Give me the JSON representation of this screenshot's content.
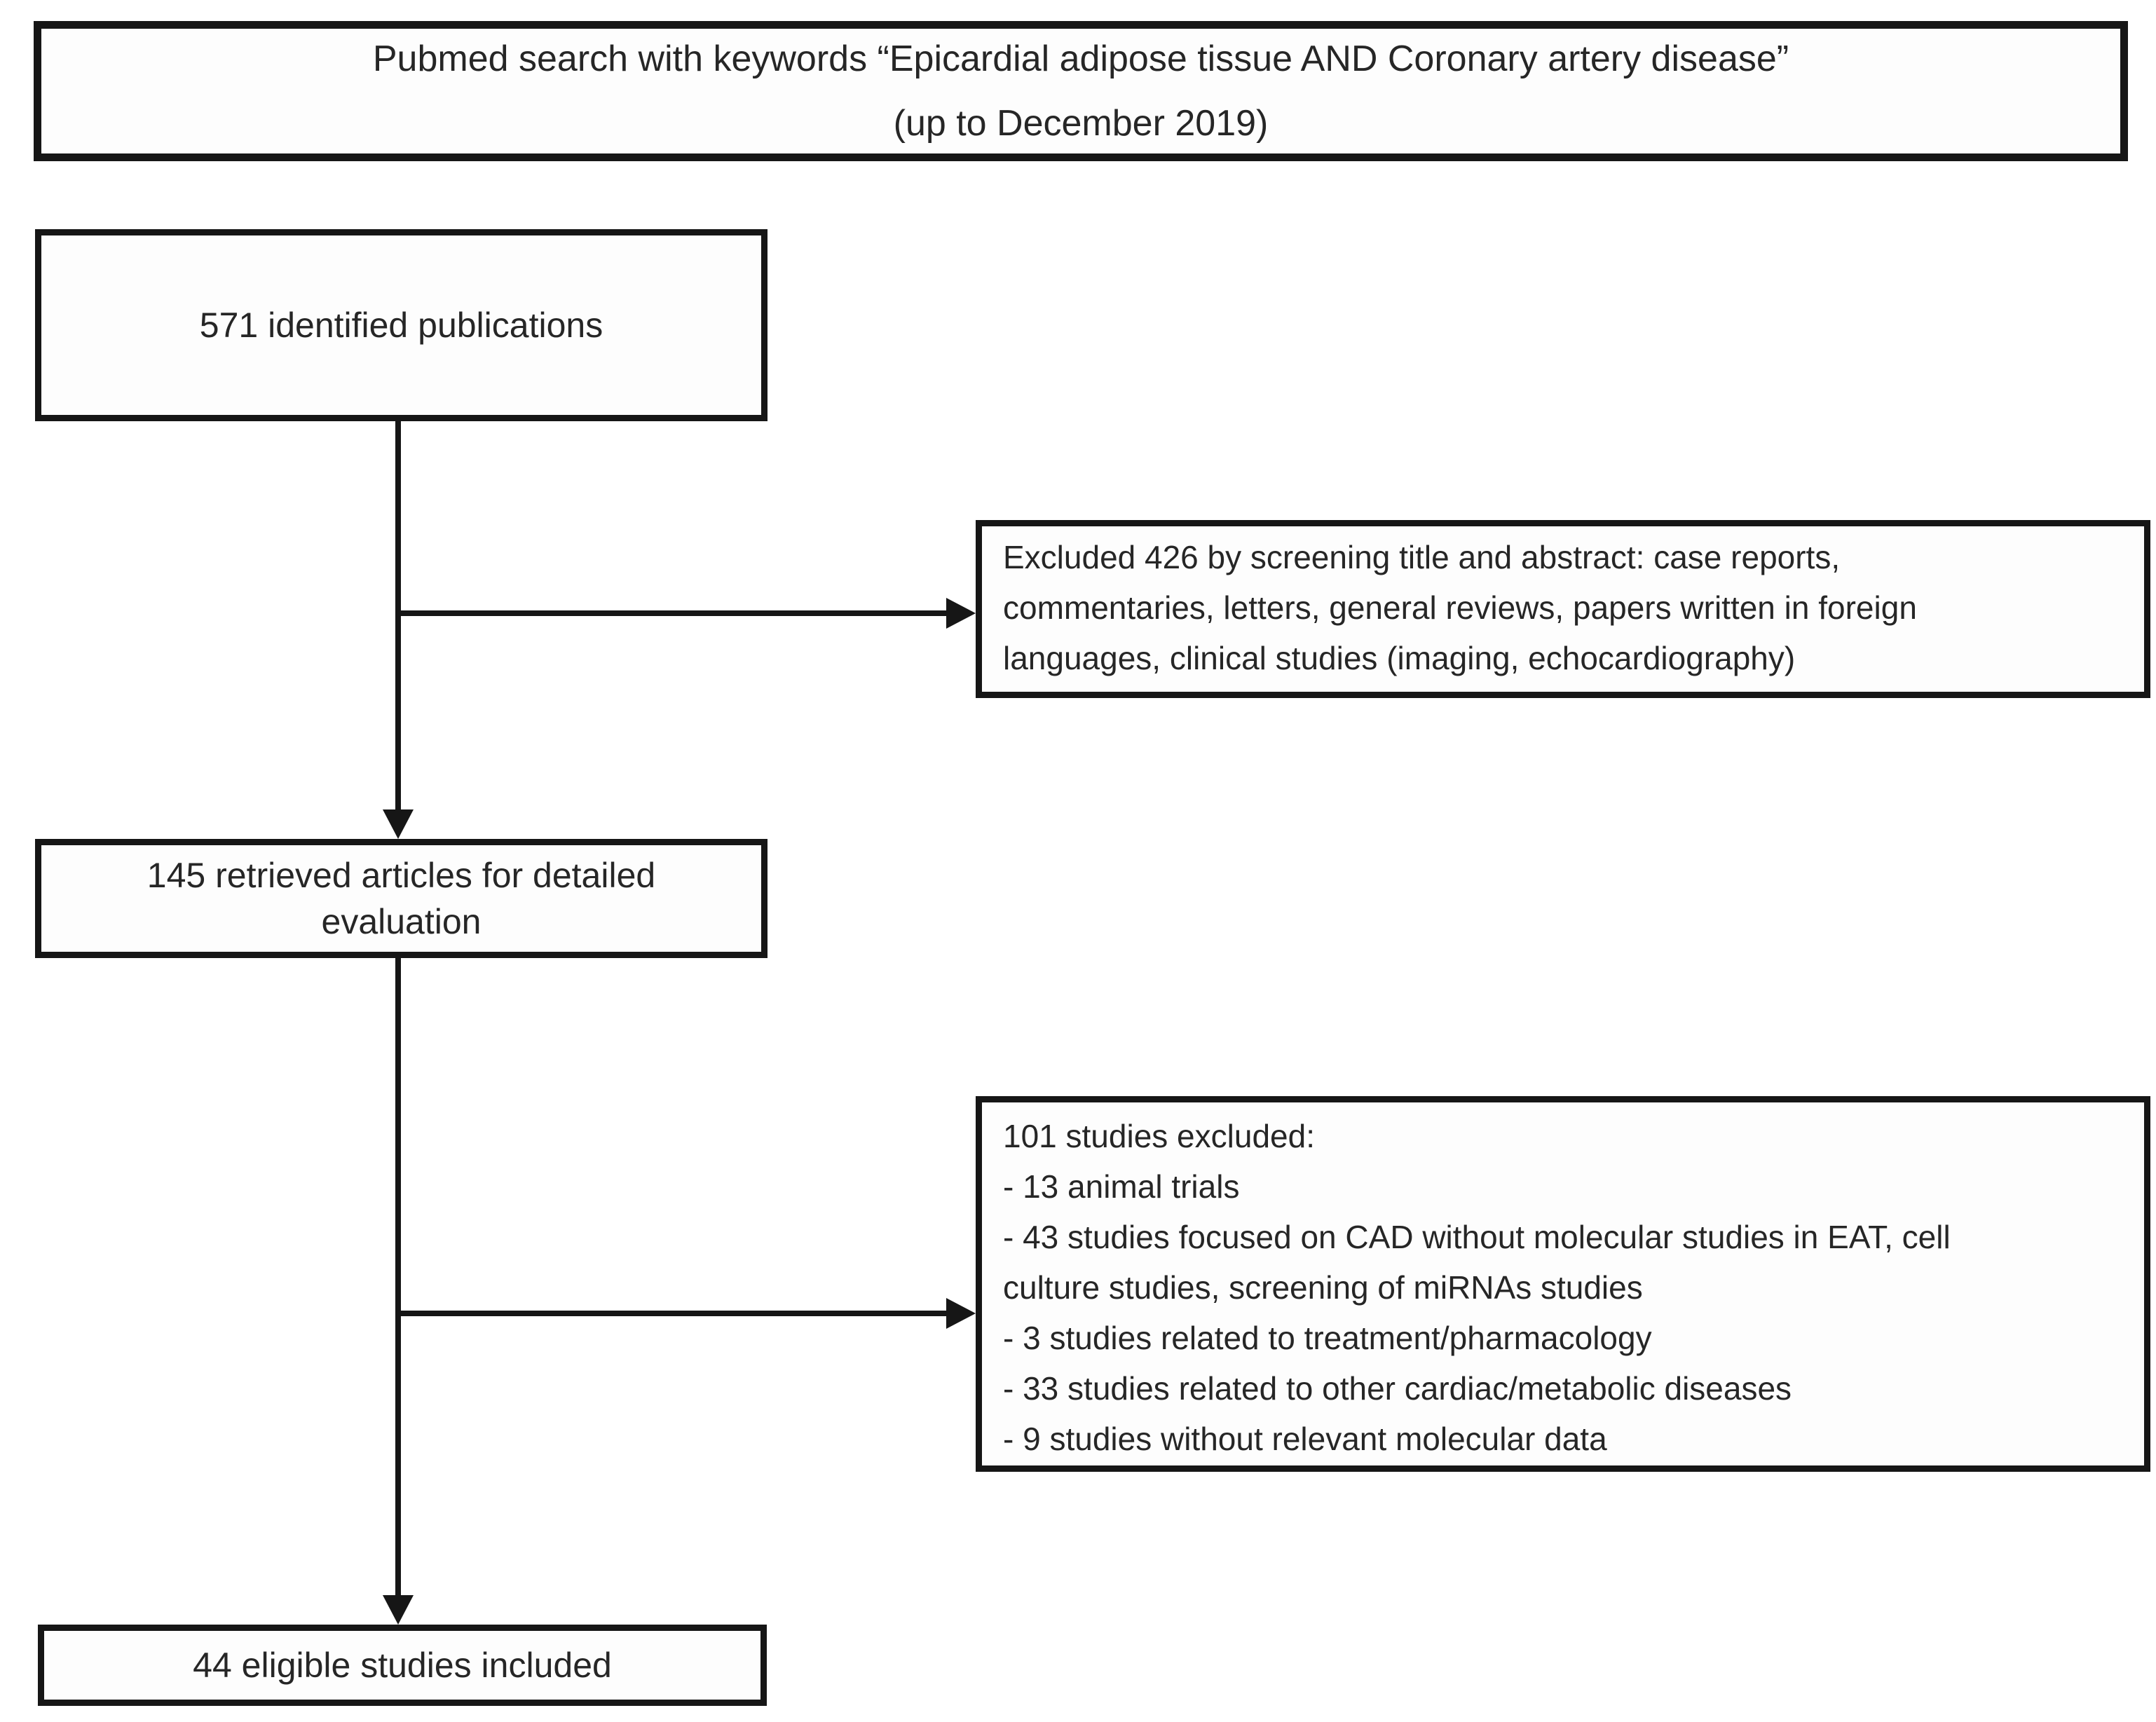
{
  "diagram": {
    "colors": {
      "border": "#161616",
      "text": "#262626",
      "background": "#ffffff"
    },
    "title_box": {
      "line1": "Pubmed search with keywords “Epicardial adipose tissue AND Coronary artery disease”",
      "line2": "(up to December 2019)"
    },
    "nodes": {
      "identified": {
        "label": "571 identified publications"
      },
      "excluded_screening": {
        "lines": [
          "Excluded 426 by screening title and abstract: case reports,",
          "commentaries, letters, general reviews, papers written in foreign",
          "languages, clinical studies (imaging, echocardiography)"
        ]
      },
      "retrieved": {
        "line1": "145 retrieved articles for detailed",
        "line2": "evaluation"
      },
      "excluded_detailed": {
        "lines": [
          "101 studies excluded:",
          "- 13 animal trials",
          "- 43 studies focused on CAD without molecular studies in EAT, cell",
          "culture studies, screening of miRNAs studies",
          "- 3 studies related to treatment/pharmacology",
          "- 33 studies related to other cardiac/metabolic diseases",
          "- 9 studies without relevant molecular data"
        ]
      },
      "included": {
        "label": "44 eligible studies included"
      }
    }
  }
}
